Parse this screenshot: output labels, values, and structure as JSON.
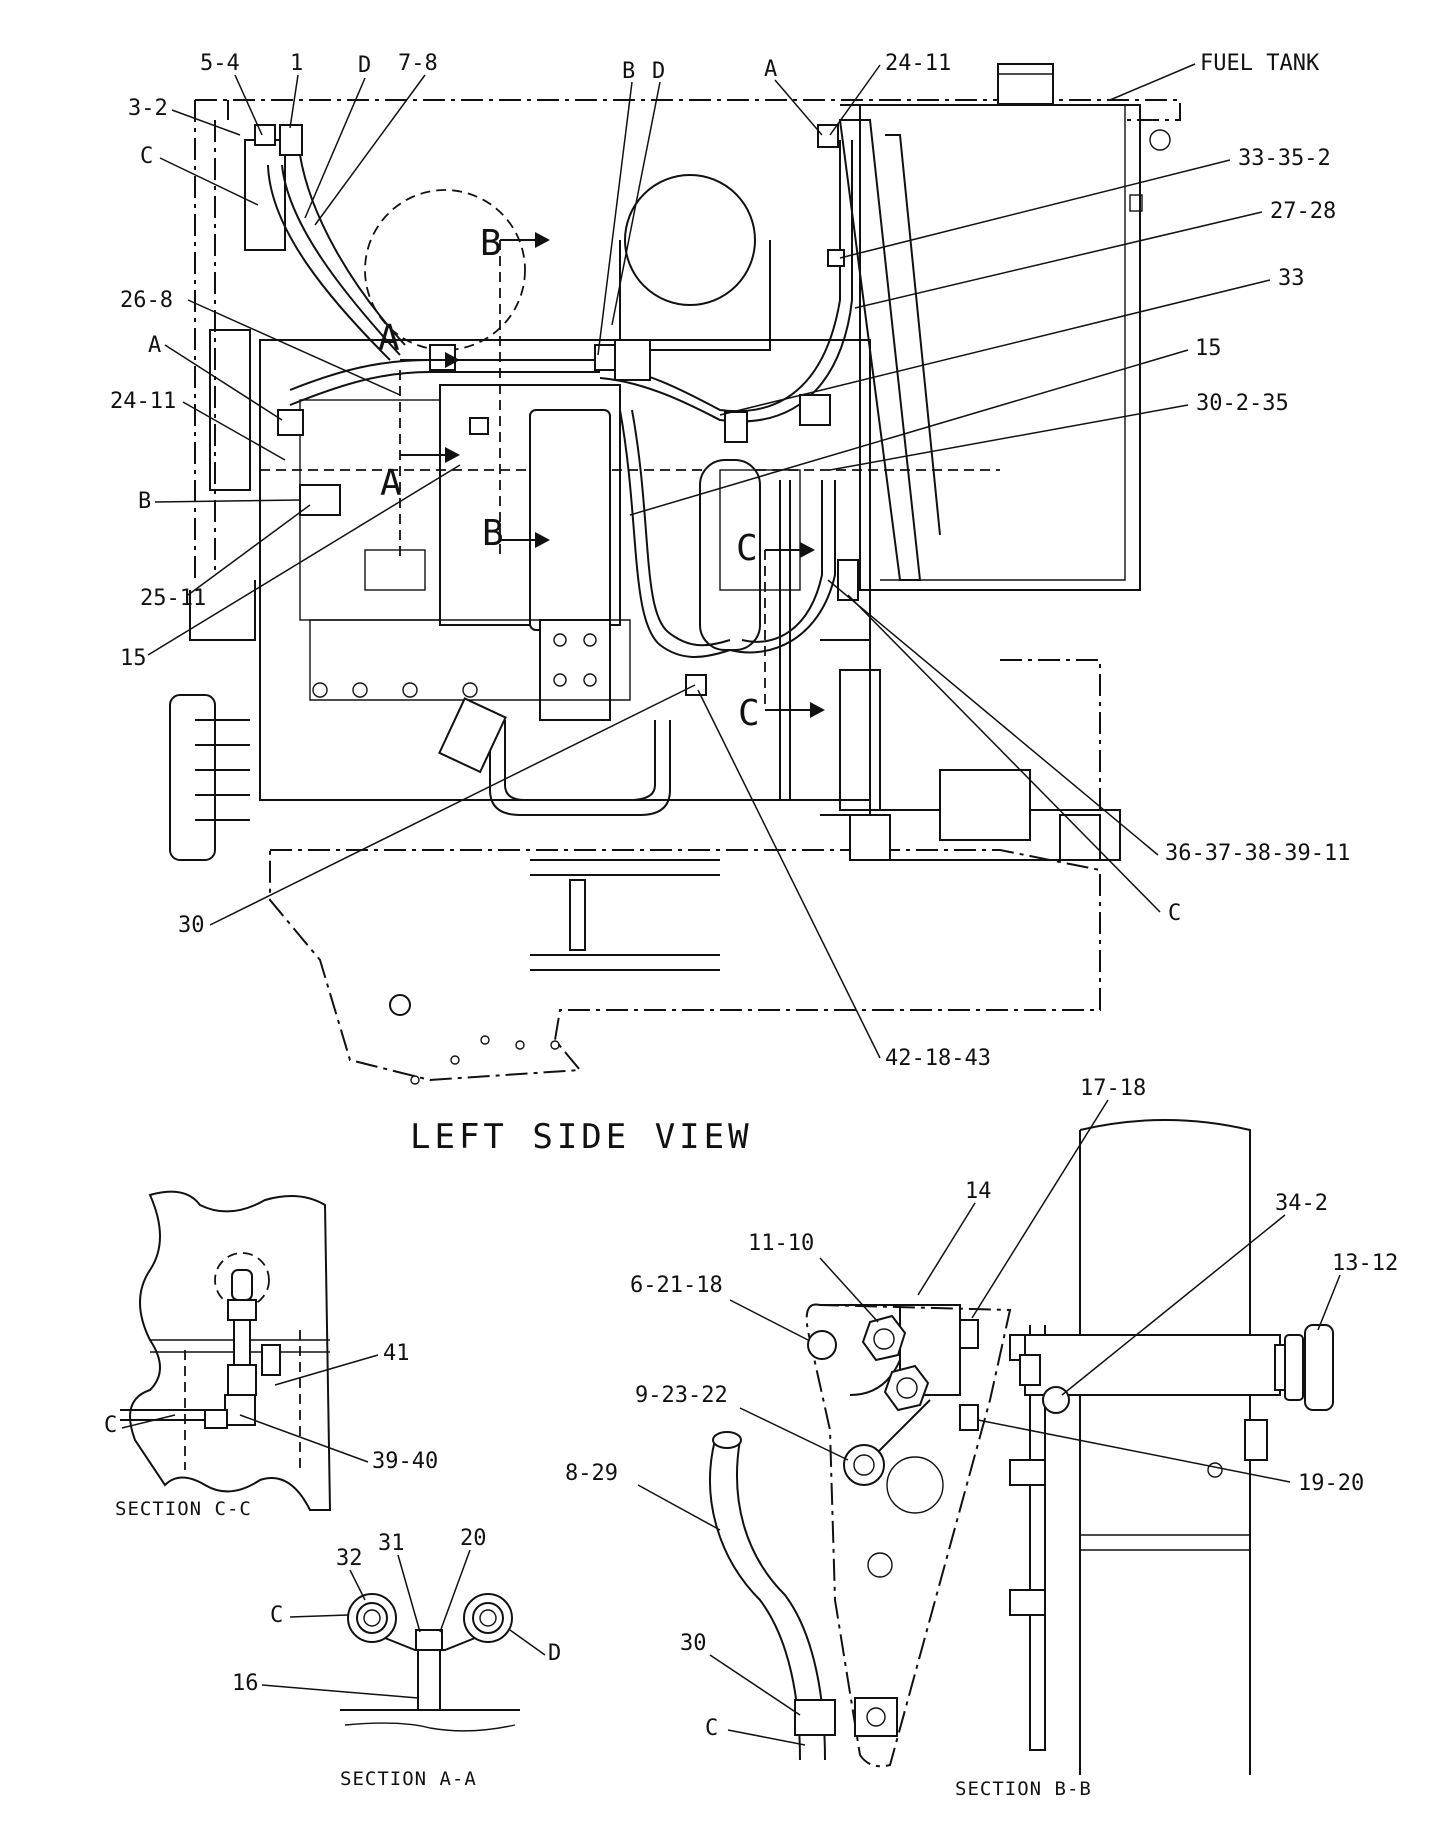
{
  "views": {
    "left_side_view": {
      "title": "LEFT SIDE VIEW",
      "fuel_tank_label": "FUEL TANK",
      "section_markers": [
        "A",
        "A",
        "B",
        "B",
        "C",
        "C"
      ],
      "callouts": [
        "5-4",
        "1",
        "D",
        "7-8",
        "3-2",
        "C",
        "B",
        "D",
        "A",
        "24-11",
        "33-35-2",
        "27-28",
        "33",
        "15",
        "30-2-35",
        "26-8",
        "A",
        "24-11",
        "B",
        "25-11",
        "15",
        "36-37-38-39-11",
        "C",
        "30",
        "42-18-43"
      ]
    },
    "section_c": {
      "title": "SECTION C-C",
      "callouts": [
        "41",
        "C",
        "39-40"
      ]
    },
    "section_a": {
      "title": "SECTION A-A",
      "callouts": [
        "32",
        "31",
        "20",
        "C",
        "D",
        "16"
      ]
    },
    "section_b": {
      "title": "SECTION B-B",
      "callouts": [
        "17-18",
        "14",
        "34-2",
        "11-10",
        "13-12",
        "6-21-18",
        "9-23-22",
        "19-20",
        "8-29",
        "30",
        "C"
      ]
    }
  }
}
